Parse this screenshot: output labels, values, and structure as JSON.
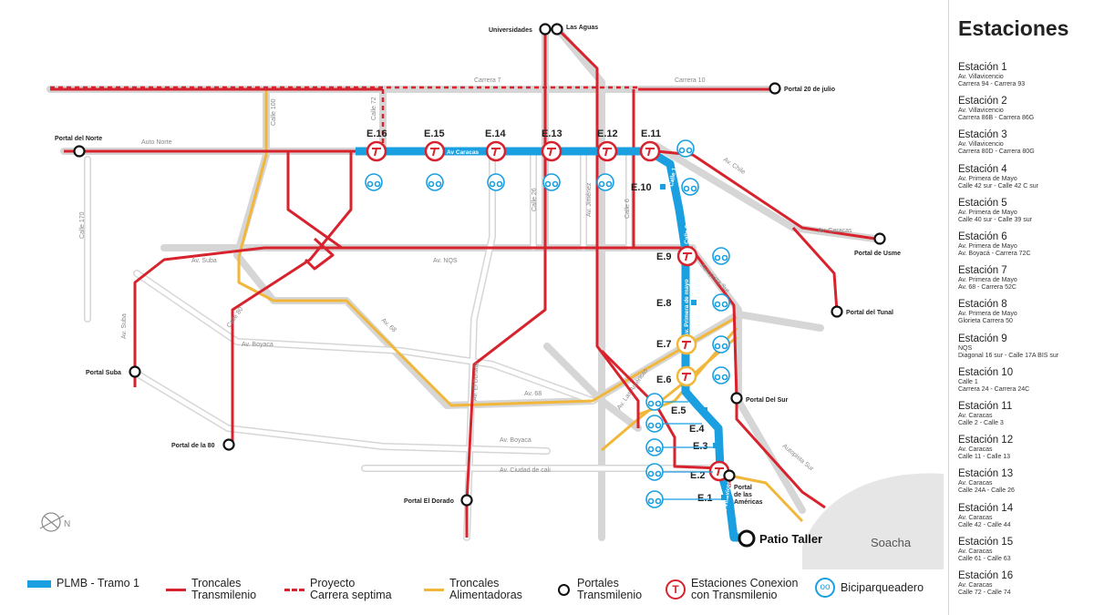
{
  "sidebar": {
    "title": "Estaciones",
    "stations": [
      {
        "name": "Estación 1",
        "lines": [
          "Av. Villavicencio",
          "Carrera 94 - Carrera 93"
        ]
      },
      {
        "name": "Estación 2",
        "lines": [
          "Av. Villavicencio",
          "Carrera 86B - Carrera 86G"
        ]
      },
      {
        "name": "Estación 3",
        "lines": [
          "Av. Villavicencio",
          "Carrera 80D - Carrera 80G"
        ]
      },
      {
        "name": "Estación 4",
        "lines": [
          "Av. Primera de Mayo",
          "Calle 42 sur - Calle 42 C sur"
        ]
      },
      {
        "name": "Estación 5",
        "lines": [
          "Av. Primera de Mayo",
          "Calle 40 sur - Calle 39 sur"
        ]
      },
      {
        "name": "Estación 6",
        "lines": [
          "Av. Primera de Mayo",
          "Av. Boyacá - Carrera 72C"
        ]
      },
      {
        "name": "Estación 7",
        "lines": [
          "Av. Primera de Mayo",
          "Av. 68 - Carrera 52C"
        ]
      },
      {
        "name": "Estación 8",
        "lines": [
          "Av. Primera de Mayo",
          "Glorieta Carrera 50"
        ]
      },
      {
        "name": "Estación 9",
        "lines": [
          "NQS",
          "Diagonal 16 sur - Calle 17A BIS sur"
        ]
      },
      {
        "name": "Estación 10",
        "lines": [
          "Calle 1",
          "Carrera 24 - Carrera 24C"
        ]
      },
      {
        "name": "Estación 11",
        "lines": [
          "Av. Caracas",
          "Calle 2 - Calle 3"
        ]
      },
      {
        "name": "Estación 12",
        "lines": [
          "Av. Caracas",
          "Calle 11 - Calle 13"
        ]
      },
      {
        "name": "Estación 13",
        "lines": [
          "Av. Caracas",
          "Calle 24A - Calle 26"
        ]
      },
      {
        "name": "Estación 14",
        "lines": [
          "Av. Caracas",
          "Calle 42 - Calle 44"
        ]
      },
      {
        "name": "Estación 15",
        "lines": [
          "Av. Caracas",
          "Calle 61 - Calle 63"
        ]
      },
      {
        "name": "Estación 16",
        "lines": [
          "Av. Caracas",
          "Calle 72 - Calle 74"
        ]
      }
    ]
  },
  "legend": {
    "plmb": "PLMB - Tramo 1",
    "troncales": [
      "Troncales",
      "Transmilenio"
    ],
    "proyecto": [
      "Proyecto",
      "Carrera septima"
    ],
    "alimentadoras": [
      "Troncales",
      "Alimentadoras"
    ],
    "portales": [
      "Portales",
      "Transmilenio"
    ],
    "conexion": [
      "Estaciones Conexion",
      "con Transmilenio"
    ],
    "bici": "Biciparqueadero"
  },
  "map": {
    "portals": {
      "universidades": "Universidades",
      "aguas": "Las Aguas",
      "veinte_julio": "Portal 20 de julio",
      "norte": "Portal del Norte",
      "usme": "Portal de Usme",
      "tunal": "Portal del Tunal",
      "suba": "Portal Suba",
      "sur": "Portal Del Sur",
      "ochenta": "Portal de la 80",
      "dorado": "Portal El Dorado",
      "americas": [
        "Portal",
        "de las",
        "Américas"
      ],
      "patio": "Patio Taller"
    },
    "streets": {
      "carrera7": "Carrera 7",
      "carrera10": "Carrera 10",
      "calle100": "Calle 100",
      "calle72": "Calle 72",
      "autonorte": "Auto Norte",
      "caracas": "Av Caracas",
      "chile": "Av. Chile",
      "calle26": "Calle 26",
      "jimenez": "Av. Jiménez",
      "calle6": "Calle 6",
      "calle1": "Calle 1",
      "calle8sur": "Calle 8 sur",
      "caracas2": "Av. Caracas",
      "calle170": "Calle 170",
      "suba": "Av. Suba",
      "suba2": "Av. Suba",
      "nqs": "Av. NQS",
      "autosur": "Autopista Sur",
      "autosur2": "Autopista Sur",
      "calle80": "Calle 80",
      "av68": "Av. 68",
      "av68b": "Av. 68",
      "boyaca": "Av. Boyaca",
      "boyaca2": "Av. Boyaca",
      "dorado": "Av. El Dorado",
      "americas": "Av. Las Américas",
      "ciudadcali": "Av. Ciudad de cali",
      "primeramayo": "Av. Primera de mayo",
      "villavicencio": "Av. Villavicencio"
    },
    "stations": {
      "e16": "E.16",
      "e15": "E.15",
      "e14": "E.14",
      "e13": "E.13",
      "e12": "E.12",
      "e11": "E.11",
      "e10": "E.10",
      "e9": "E.9",
      "e8": "E.8",
      "e7": "E.7",
      "e6": "E.6",
      "e5": "E.5",
      "e4": "E.4",
      "e3": "E.3",
      "e2": "E.2",
      "e1": "E.1"
    },
    "soacha": "Soacha",
    "compass": "N"
  },
  "colors": {
    "plmb": "#1a9fe0",
    "troncal": "#d7232d",
    "alimentadora": "#f0b73a",
    "street": "#d3d3d3"
  }
}
